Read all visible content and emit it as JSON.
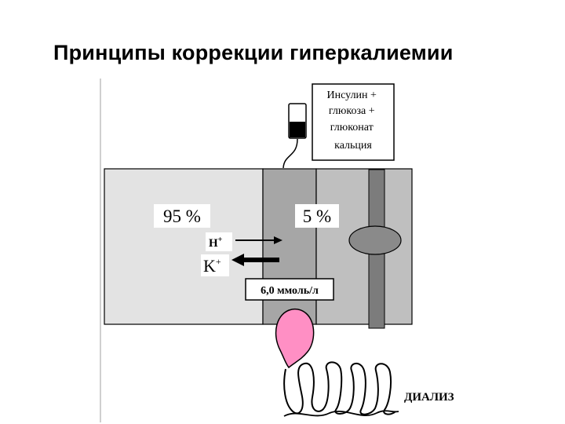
{
  "title": "Принципы коррекции гиперкалиемии",
  "treatment_box": {
    "lines": [
      "Инсулин +",
      "глюкоза +",
      "глюконат",
      "кальция"
    ]
  },
  "compartments": {
    "intracellular_percent": "95 %",
    "extracellular_percent": "5 %"
  },
  "ions": {
    "h": {
      "base": "H",
      "sup": "+"
    },
    "k": {
      "base": "K",
      "sup": "+"
    }
  },
  "concentration_label": "6,0 ммоль/л",
  "dialysis_label": "ДИАЛИЗ",
  "colors": {
    "intracellular": "#e3e3e3",
    "extracellular": "#a6a6a6",
    "vessel": "#bfbfbf",
    "vessel_tube": "#7c7c7c",
    "kidney": "#ff8fc4",
    "outline": "#000000"
  }
}
